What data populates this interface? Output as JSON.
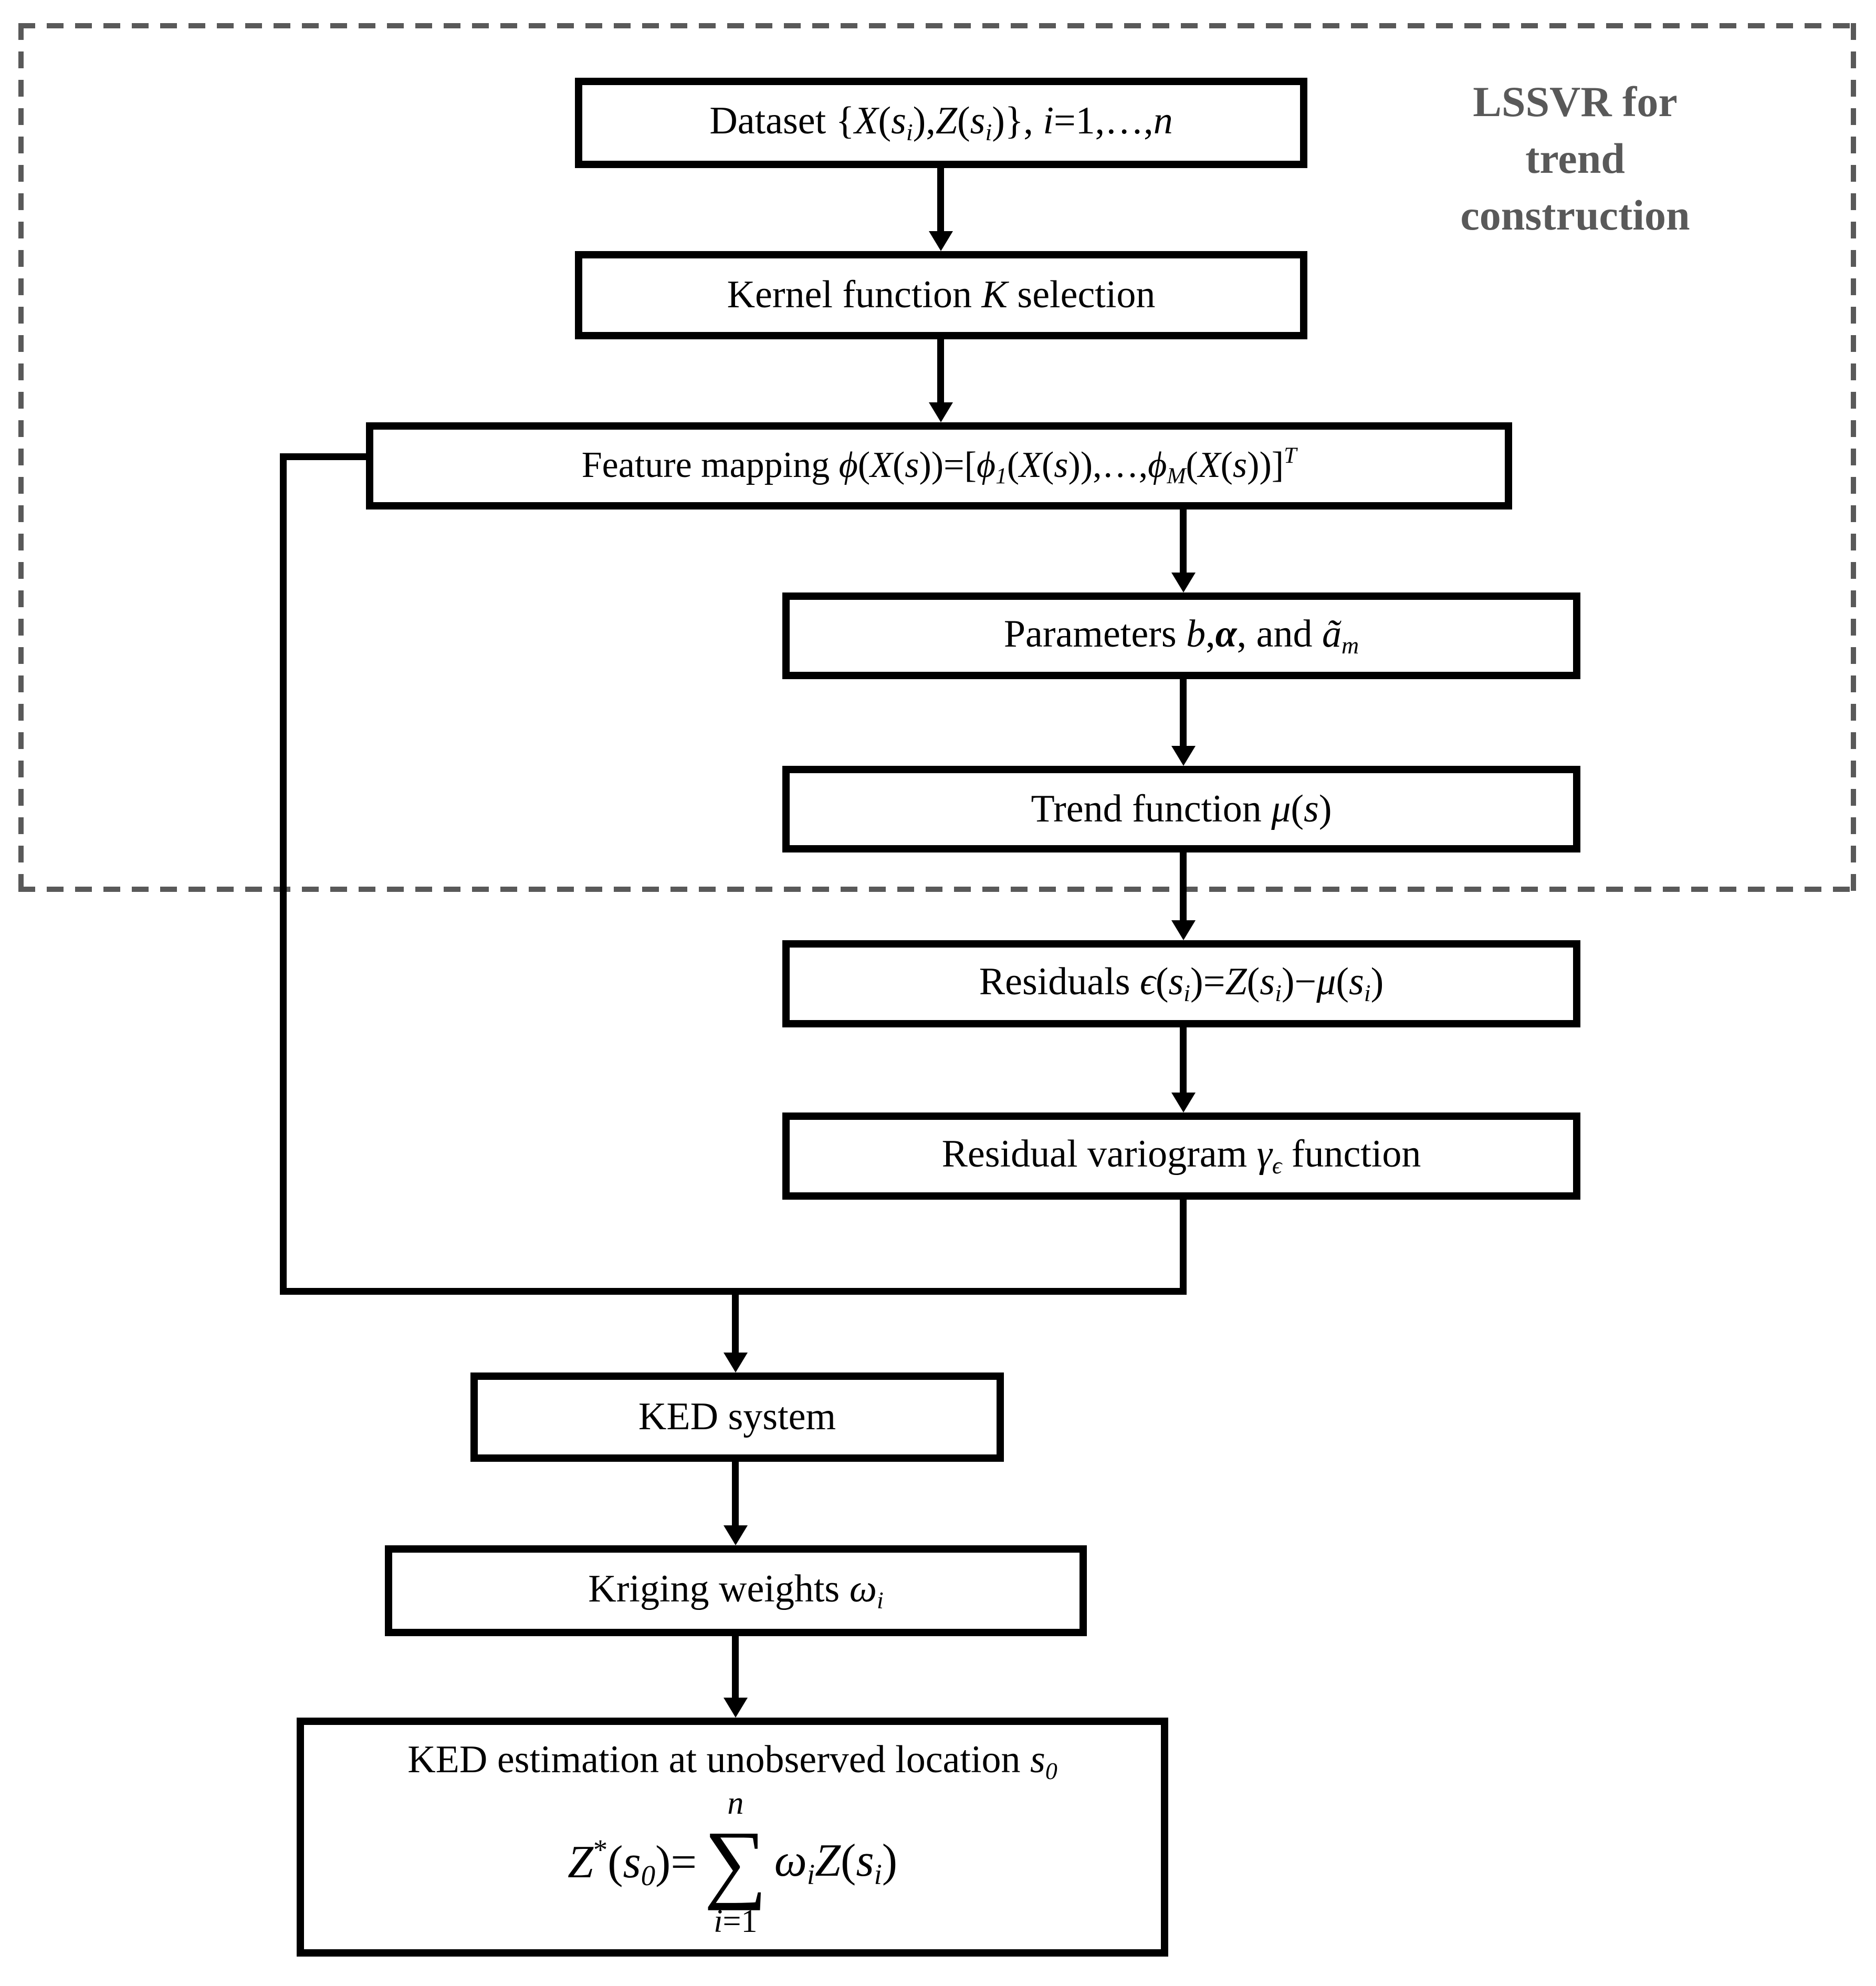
{
  "colors": {
    "background": "#ffffff",
    "box_border": "#000000",
    "dashed_border": "#595959",
    "group_label_text": "#595959"
  },
  "group": {
    "label_line1": "LSSVR for",
    "label_line2": "trend construction"
  },
  "boxes": {
    "dataset": {
      "segments": [
        {
          "t": "Dataset "
        },
        {
          "t": "{"
        },
        {
          "t": "X",
          "s": "i"
        },
        {
          "t": "("
        },
        {
          "t": "s",
          "s": "i"
        },
        {
          "t": "i",
          "s": "i sub"
        },
        {
          "t": ")"
        },
        {
          "t": ","
        },
        {
          "t": "Z",
          "s": "i"
        },
        {
          "t": "("
        },
        {
          "t": "s",
          "s": "i"
        },
        {
          "t": "i",
          "s": "i sub"
        },
        {
          "t": ")"
        },
        {
          "t": "}"
        },
        {
          "t": ", "
        },
        {
          "t": "i",
          "s": "i"
        },
        {
          "t": "=1,…,"
        },
        {
          "t": "n",
          "s": "i"
        }
      ]
    },
    "kernel": {
      "segments": [
        {
          "t": "Kernel function "
        },
        {
          "t": "K",
          "s": "i"
        },
        {
          "t": " selection"
        }
      ]
    },
    "feature": {
      "segments": [
        {
          "t": "Feature mapping "
        },
        {
          "t": "ϕ",
          "s": "i"
        },
        {
          "t": "("
        },
        {
          "t": "X",
          "s": "i"
        },
        {
          "t": "("
        },
        {
          "t": "s",
          "s": "i"
        },
        {
          "t": "))=["
        },
        {
          "t": "ϕ",
          "s": "i"
        },
        {
          "t": "1",
          "s": "i sub"
        },
        {
          "t": "("
        },
        {
          "t": "X",
          "s": "i"
        },
        {
          "t": "("
        },
        {
          "t": "s",
          "s": "i"
        },
        {
          "t": ")),…,"
        },
        {
          "t": "ϕ",
          "s": "i"
        },
        {
          "t": "M",
          "s": "i sub"
        },
        {
          "t": "("
        },
        {
          "t": "X",
          "s": "i"
        },
        {
          "t": "("
        },
        {
          "t": "s",
          "s": "i"
        },
        {
          "t": "))]"
        },
        {
          "t": "T",
          "s": "i sup"
        }
      ]
    },
    "parameters": {
      "segments": [
        {
          "t": "Parameters "
        },
        {
          "t": "b",
          "s": "i"
        },
        {
          "t": ","
        },
        {
          "t": "α",
          "s": "b i"
        },
        {
          "t": ", and "
        },
        {
          "t": "ã",
          "s": "i"
        },
        {
          "t": "m",
          "s": "i sub"
        }
      ]
    },
    "trend": {
      "segments": [
        {
          "t": "Trend function "
        },
        {
          "t": "μ",
          "s": "i"
        },
        {
          "t": "("
        },
        {
          "t": "s",
          "s": "i"
        },
        {
          "t": ")"
        }
      ]
    },
    "residuals": {
      "segments": [
        {
          "t": "Residuals "
        },
        {
          "t": "ϵ",
          "s": "i"
        },
        {
          "t": "("
        },
        {
          "t": "s",
          "s": "i"
        },
        {
          "t": "i",
          "s": "i sub"
        },
        {
          "t": ")="
        },
        {
          "t": "Z",
          "s": "i"
        },
        {
          "t": "("
        },
        {
          "t": "s",
          "s": "i"
        },
        {
          "t": "i",
          "s": "i sub"
        },
        {
          "t": ")−"
        },
        {
          "t": "μ",
          "s": "i"
        },
        {
          "t": "("
        },
        {
          "t": "s",
          "s": "i"
        },
        {
          "t": "i",
          "s": "i sub"
        },
        {
          "t": ")"
        }
      ]
    },
    "variogram": {
      "segments": [
        {
          "t": "Residual variogram "
        },
        {
          "t": "γ",
          "s": "i"
        },
        {
          "t": "ϵ",
          "s": "i sub"
        },
        {
          "t": " function"
        }
      ]
    },
    "ked_system": {
      "segments": [
        {
          "t": "KED system"
        }
      ]
    },
    "kriging_weights": {
      "segments": [
        {
          "t": "Kriging weights "
        },
        {
          "t": "ω",
          "s": "i"
        },
        {
          "t": "i",
          "s": "i sub"
        }
      ]
    },
    "ked_estimation": {
      "line1": [
        {
          "t": "KED estimation at unobserved location "
        },
        {
          "t": "s",
          "s": "i"
        },
        {
          "t": "0",
          "s": "i sub"
        }
      ],
      "formula": {
        "left": [
          {
            "t": "Z",
            "s": "i"
          },
          {
            "t": "*",
            "s": "sup"
          },
          {
            "t": "("
          },
          {
            "t": "s",
            "s": "i"
          },
          {
            "t": "0",
            "s": "i sub"
          },
          {
            "t": ")="
          }
        ],
        "sum_top": [
          {
            "t": "n",
            "s": "i"
          }
        ],
        "sum_symbol": "∑",
        "sum_bottom": [
          {
            "t": "i",
            "s": "i"
          },
          {
            "t": "=1"
          }
        ],
        "right": [
          {
            "t": "ω",
            "s": "i"
          },
          {
            "t": "i",
            "s": "i sub"
          },
          {
            "t": "Z",
            "s": "i"
          },
          {
            "t": "("
          },
          {
            "t": "s",
            "s": "i"
          },
          {
            "t": "i",
            "s": "i sub"
          },
          {
            "t": ")"
          }
        ]
      }
    }
  }
}
